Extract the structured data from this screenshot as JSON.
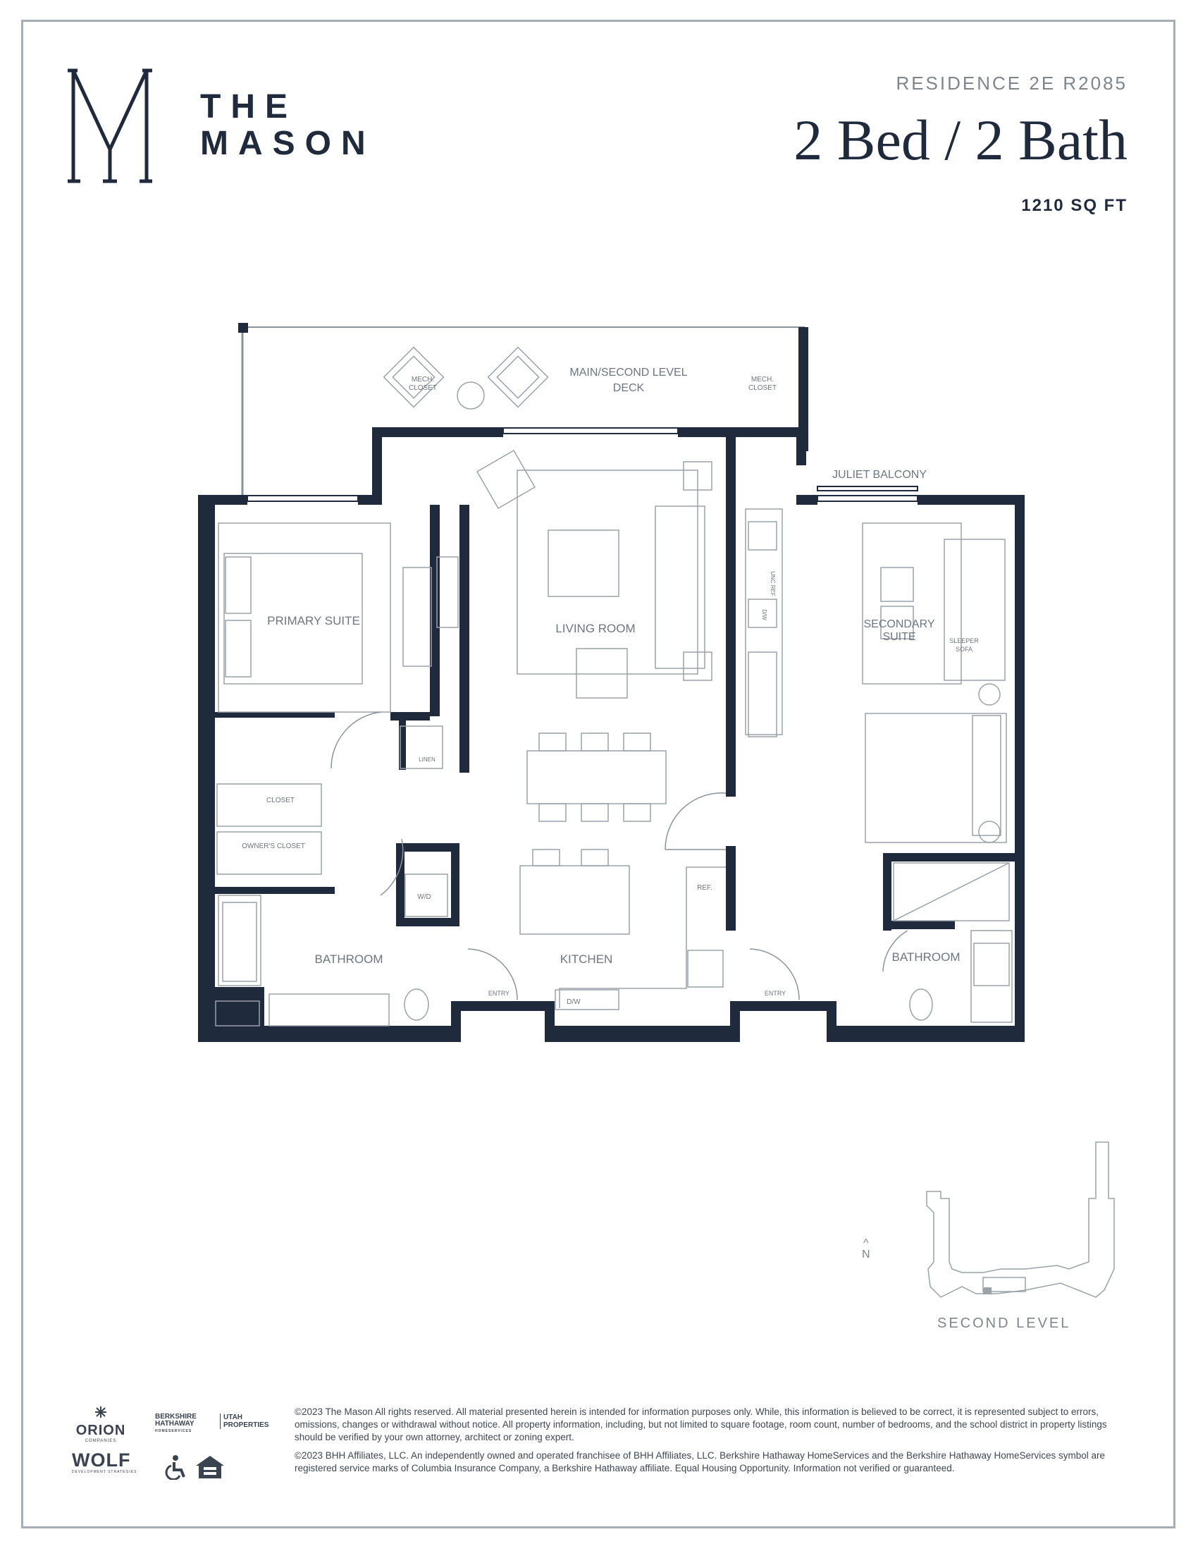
{
  "header": {
    "brand_line1": "THE",
    "brand_line2": "MASON",
    "residence": "RESIDENCE 2E R2085",
    "title": "2 Bed / 2 Bath",
    "sqft": "1210 SQ FT"
  },
  "plan": {
    "deck_label_line1": "MAIN/SECOND LEVEL",
    "deck_label_line2": "DECK",
    "juliet_balcony": "JULIET BALCONY",
    "mech_closet_left_1": "MECH.",
    "mech_closet_left_2": "CLOSET",
    "mech_closet_right_1": "MECH.",
    "mech_closet_right_2": "CLOSET",
    "primary_suite": "PRIMARY SUITE",
    "living_room": "LIVING ROOM",
    "secondary_suite_1": "SECONDARY",
    "secondary_suite_2": "SUITE",
    "sleeper_sofa_1": "SLEEPER",
    "sleeper_sofa_2": "SOFA",
    "closet": "CLOSET",
    "owners_closet": "OWNER'S CLOSET",
    "linen": "LINEN",
    "bathroom_left": "BATHROOM",
    "kitchen": "KITCHEN",
    "bathroom_right": "BATHROOM",
    "wd": "W/D",
    "ref": "REF.",
    "dw": "D/W",
    "entry_left": "ENTRY",
    "entry_right": "ENTRY",
    "unc_ref": "UNC REF",
    "dw_small": "D/W"
  },
  "keymap": {
    "north": "N",
    "level": "SECOND LEVEL"
  },
  "footer": {
    "orion": "ORION",
    "orion_sub": "COMPANIES",
    "bhhs_line1": "BERKSHIRE",
    "bhhs_line2": "HATHAWAY",
    "bhhs_line3": "HOMESERVICES",
    "utah_line1": "UTAH",
    "utah_line2": "PROPERTIES",
    "wolf": "WOLF",
    "wolf_sub": "DEVELOPMENT STRATEGIES",
    "legal_1": "©2023 The Mason All rights reserved. All material presented herein is intended for information purposes only. While, this information is believed to be correct, it is represented subject to errors, omissions, changes or withdrawal without notice. All property information, including, but not limited to square footage, room count, number of bedrooms, and the school district in property listings should be verified by your own attorney, architect or zoning expert.",
    "legal_2": "©2023 BHH Affiliates, LLC. An independently owned and operated franchisee of BHH Affiliates, LLC. Berkshire Hathaway HomeServices and the Berkshire Hathaway HomeServices symbol are registered service marks of Columbia Insurance Company, a Berkshire Hathaway affiliate. Equal Housing Opportunity. Information not verified or guaranteed."
  },
  "colors": {
    "wall": "#1f2b3c",
    "line": "#8a939c",
    "frame": "#a7adb4"
  }
}
